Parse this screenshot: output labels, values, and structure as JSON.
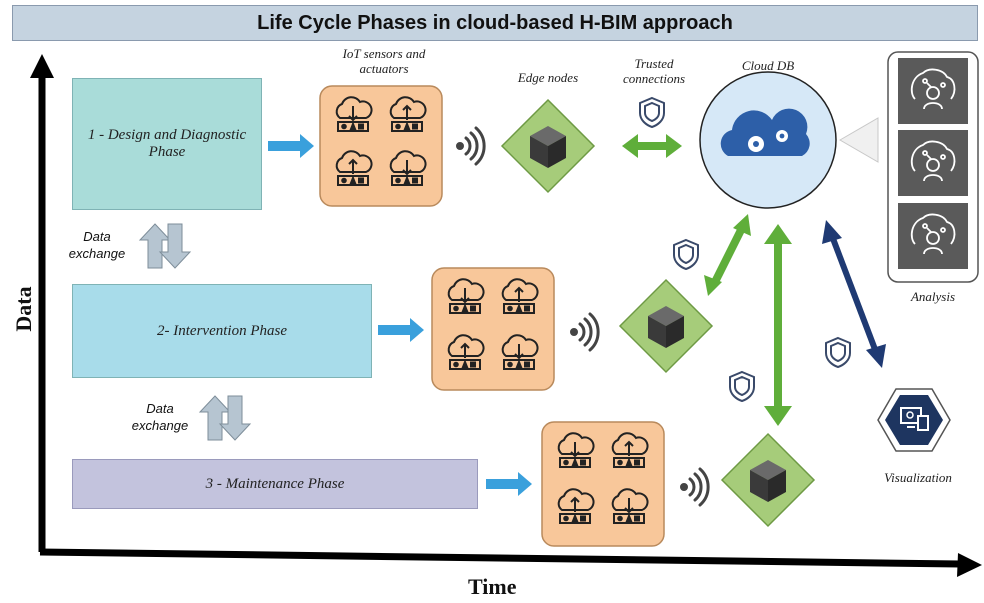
{
  "title": "Life Cycle Phases in cloud-based H-BIM approach",
  "phases": [
    {
      "label": "1 - Design and Diagnostic Phase"
    },
    {
      "label": "2- Intervention Phase"
    },
    {
      "label": "3 - Maintenance Phase"
    }
  ],
  "labels": {
    "iot": "IoT sensors and actuators",
    "edge": "Edge nodes",
    "trusted": "Trusted connections",
    "cloud": "Cloud DB",
    "analysis": "Analysis",
    "visualization": "Visualization"
  },
  "data_exchange": [
    "Data exchange",
    "Data exchange"
  ],
  "axes": {
    "y": "Data",
    "x": "Time"
  },
  "colors": {
    "title_bg": "#c5d3e0",
    "phase1": "#a9dcd9",
    "phase2": "#a8dcea",
    "phase3": "#c3c3dd",
    "iot_box": "#f8c79a",
    "edge_diamond": "#a6cc7a",
    "cloud_circle": "#d6e8f7",
    "cloud_icon": "#2d5fa8",
    "green_arrow": "#5fae3a",
    "navy_arrow": "#1f3a73",
    "blue_arrow": "#3aa0dc"
  },
  "icons": [
    "cloud-sensor-icon",
    "edge-node-cube-icon",
    "shield-icon",
    "cloud-gear-icon",
    "analysis-brain-icon",
    "visualization-screen-icon",
    "wifi-signal-icon"
  ]
}
